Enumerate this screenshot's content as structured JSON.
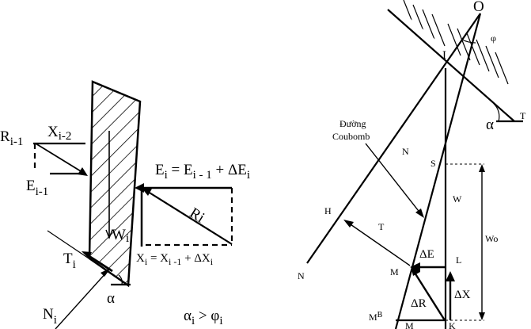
{
  "left_figure": {
    "r_prev": "R",
    "r_prev_sub": "i-1",
    "x_prev": "X",
    "x_prev_sub": "i-2",
    "e_prev": "E",
    "e_prev_sub": "i-1",
    "e_eq_lhs": "E",
    "e_eq_lhs_sub": "i",
    "e_eq_mid": " = E",
    "e_eq_mid_sub": "i - 1",
    "e_eq_rhs": " + ΔE",
    "e_eq_rhs_sub": "i",
    "ri_label": "Ri",
    "w_label": "W",
    "w_sub": "i",
    "x_eq_lhs": "X",
    "x_eq_lhs_sub": "i",
    "x_eq_mid": " = X",
    "x_eq_mid_sub": "i -1",
    "x_eq_rhs": " + ΔX",
    "x_eq_rhs_sub": "i",
    "t_label": "T",
    "t_sub": "i",
    "n_label": "N",
    "n_sub": "i",
    "alpha": "α",
    "cond_a": "α",
    "cond_a_sub": "i",
    "cond_op": " > φ",
    "cond_phi_sub": "i"
  },
  "right_figure": {
    "o_label": "O",
    "phi_label": "φ",
    "i_label": "I",
    "t_top_label": "T",
    "alpha_label": "α",
    "coulomb_line1": "Đường",
    "coulomb_line2": "Coubomb",
    "n_upper_label": "N",
    "s_label": "S",
    "w_label": "W",
    "wo_label": "Wo",
    "h_label": "H",
    "t_mid_label": "T",
    "n_lower_label": "N",
    "de_label": "ΔE",
    "m_label": "M",
    "l_label": "L",
    "dx_label": "ΔX",
    "dr_label": "ΔR",
    "mb_label": "M",
    "mb_sub": "B",
    "m_bottom_label": "M",
    "k_label": "K"
  }
}
